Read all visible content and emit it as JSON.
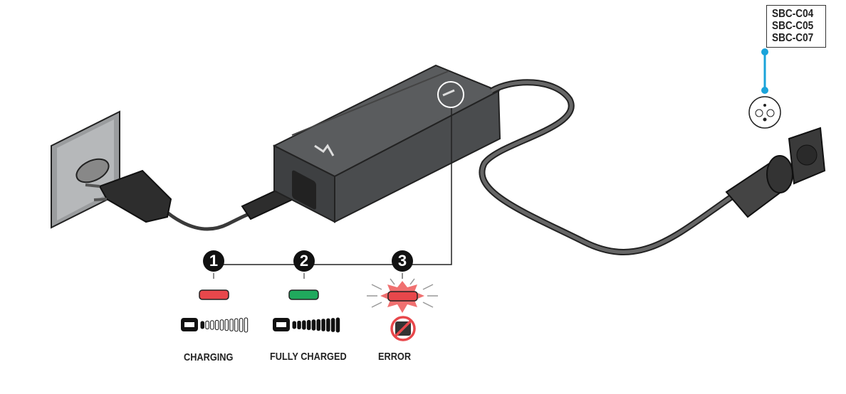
{
  "models": [
    "SBC-C04",
    "SBC-C05",
    "SBC-C07"
  ],
  "states": [
    {
      "number": "1",
      "label": "CHARGING",
      "led_color": "#e8474b"
    },
    {
      "number": "2",
      "label": "FULLY CHARGED",
      "led_color": "#20a95d"
    },
    {
      "number": "3",
      "label": "ERROR",
      "led_color": "#e8474b"
    }
  ],
  "colors": {
    "callout": "#1aa3da",
    "charger": "#4e5052",
    "cable": "#3a3a3a",
    "error_ring": "#e8474b"
  }
}
